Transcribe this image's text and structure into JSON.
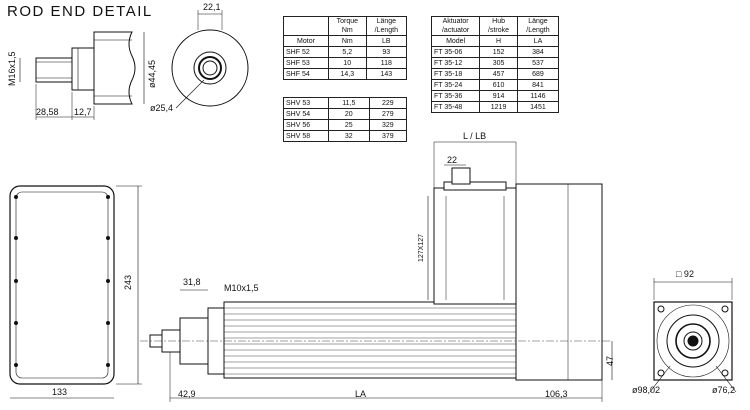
{
  "title": "ROD END DETAIL",
  "rod_end_dims": {
    "thread": "M16x1,5",
    "len_a": "28,58",
    "len_b": "12,7",
    "height": "ø44,45",
    "flat": "22,1",
    "bore": "ø25,4"
  },
  "motor_table": {
    "headers": [
      "",
      "Torque\nNm",
      "Länge\n/Length"
    ],
    "subheaders": [
      "Motor",
      "Nm",
      "LB"
    ],
    "rows": [
      [
        "SHF 52",
        "5,2",
        "93"
      ],
      [
        "SHF 53",
        "10",
        "118"
      ],
      [
        "SHF 54",
        "14,3",
        "143"
      ]
    ]
  },
  "shv_table": {
    "rows": [
      [
        "SHV 53",
        "11,5",
        "229"
      ],
      [
        "SHV 54",
        "20",
        "279"
      ],
      [
        "SHV 56",
        "25",
        "329"
      ],
      [
        "SHV 58",
        "32",
        "379"
      ]
    ]
  },
  "actuator_table": {
    "headers": [
      "Aktuator\n/actuator",
      "Hub\n/stroke",
      "Länge\n/Length"
    ],
    "subheaders": [
      "Model",
      "H",
      "LA"
    ],
    "rows": [
      [
        "FT 35-06",
        "152",
        "384"
      ],
      [
        "FT 35-12",
        "305",
        "537"
      ],
      [
        "FT 35-18",
        "457",
        "689"
      ],
      [
        "FT 35-24",
        "610",
        "841"
      ],
      [
        "FT 35-36",
        "914",
        "1146"
      ],
      [
        "FT 35-48",
        "1219",
        "1451"
      ]
    ]
  },
  "main_dims": {
    "side_height": "243",
    "side_width": "133",
    "motor_len": "L / LB",
    "connector": "22",
    "motor_square": "127X127",
    "rod_offset": "31,8",
    "thread": "M10x1,5",
    "front_len": "42,9",
    "total_len": "LA",
    "rear_len": "106,3",
    "axis_height": "47",
    "end_square": "□ 92",
    "pcd": "ø98,02",
    "pilot": "ø76,2"
  }
}
